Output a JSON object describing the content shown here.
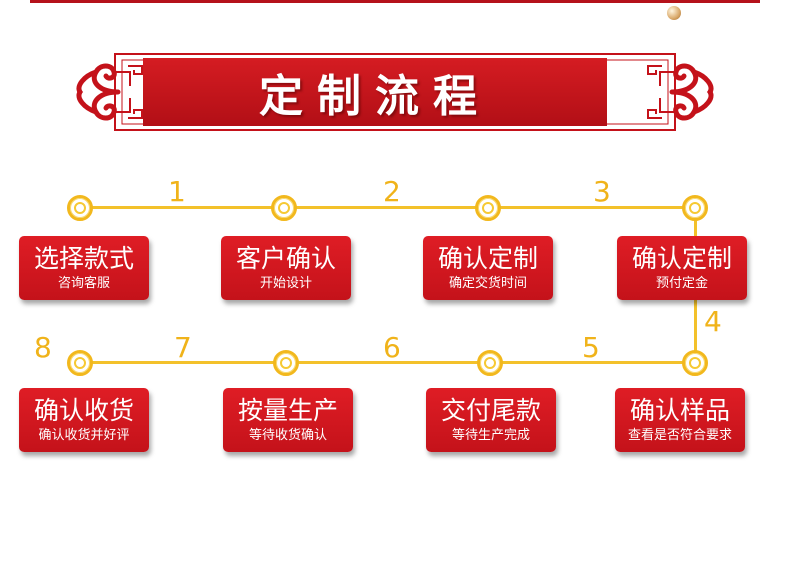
{
  "title": "定制流程",
  "colors": {
    "red": "#c4121a",
    "gold": "#f2b81d",
    "white": "#ffffff"
  },
  "steps": [
    {
      "number": "1",
      "title": "选择款式",
      "subtitle": "咨询客服"
    },
    {
      "number": "2",
      "title": "客户确认",
      "subtitle": "开始设计"
    },
    {
      "number": "3",
      "title": "确认定制",
      "subtitle": "确定交货时间"
    },
    {
      "number": "4",
      "title": "确认定制",
      "subtitle": "预付定金"
    },
    {
      "number": "5",
      "title": "确认样品",
      "subtitle": "查看是否符合要求"
    },
    {
      "number": "6",
      "title": "交付尾款",
      "subtitle": "等待生产完成"
    },
    {
      "number": "7",
      "title": "按量生产",
      "subtitle": "等待收货确认"
    },
    {
      "number": "8",
      "title": "确认收货",
      "subtitle": "确认收货并好评"
    }
  ]
}
